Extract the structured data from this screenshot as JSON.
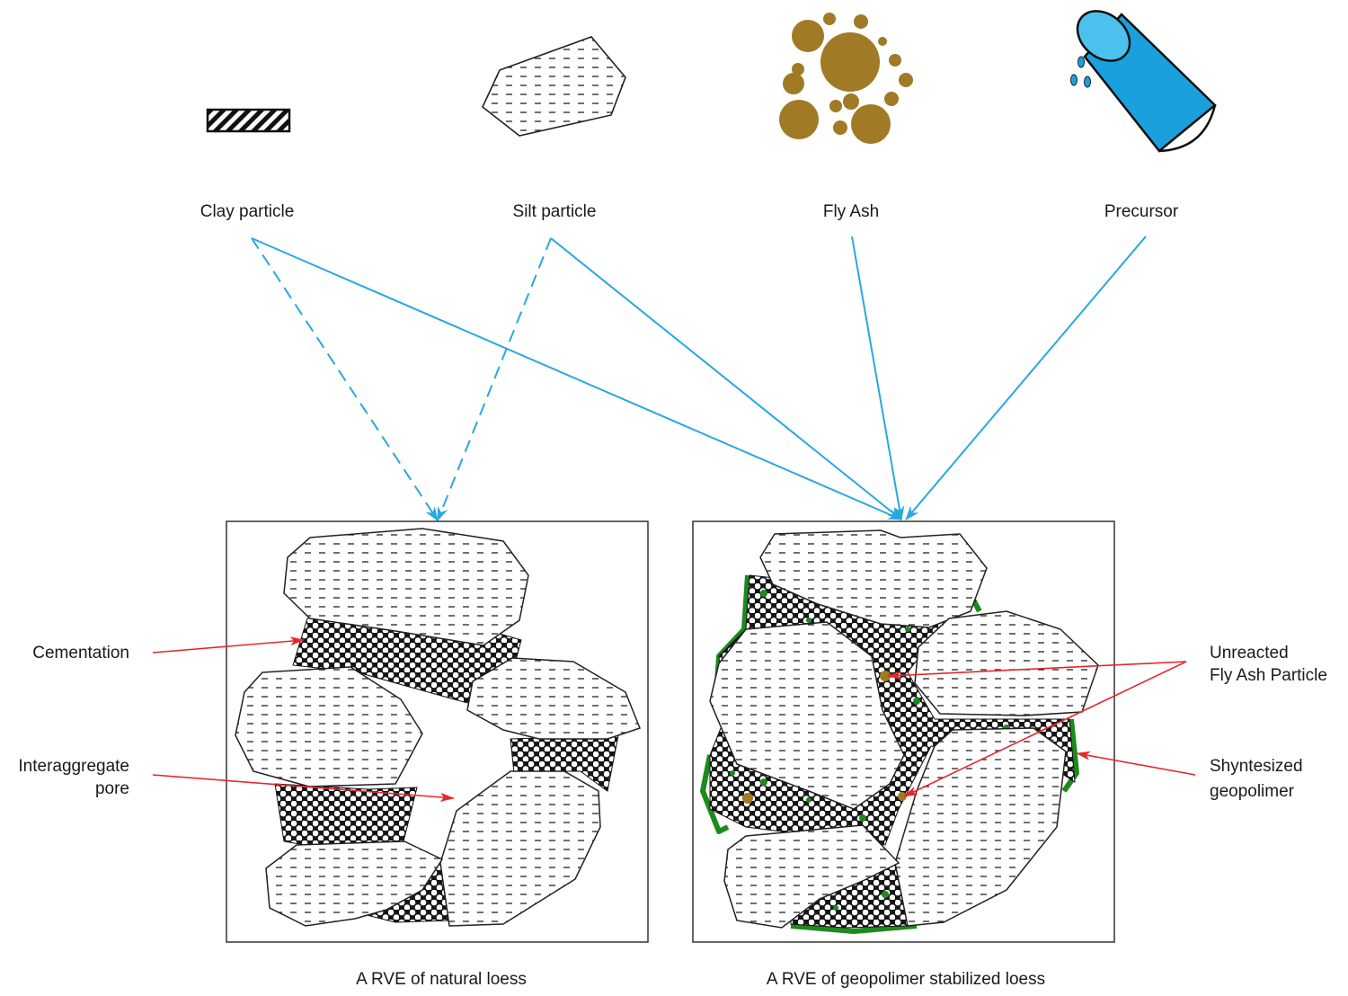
{
  "labels": {
    "clay": "Clay particle",
    "silt": "Silt particle",
    "fly_ash": "Fly Ash",
    "precursor": "Precursor"
  },
  "annotations": {
    "cementation": "Cementation",
    "interaggregate_line1": "Interaggregate",
    "interaggregate_line2": "pore",
    "unreacted_line1": "Unreacted",
    "unreacted_line2": "Fly Ash Particle",
    "synthesized_line1": "Shyntesized",
    "synthesized_line2": "geopolimer"
  },
  "captions": {
    "natural": "A RVE of natural loess",
    "stabilized": "A RVE of geopolimer stabilized loess"
  },
  "colors": {
    "connector": "#29a8e0",
    "pointer": "#e8262b",
    "fly_ash": "#a07a25",
    "precursor": "#1aa0dc",
    "geopolymer": "#1d8a1d"
  }
}
